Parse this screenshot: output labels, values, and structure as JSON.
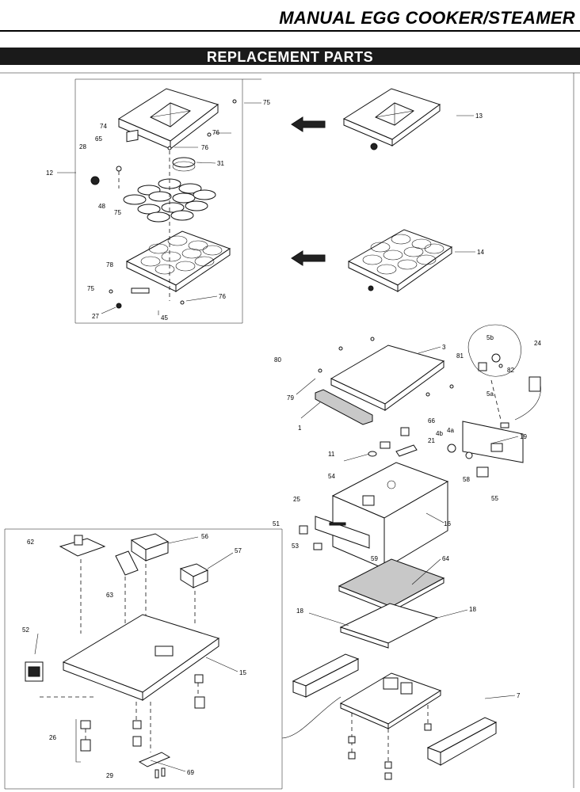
{
  "header": {
    "title": "MANUAL EGG COOKER/STEAMER",
    "section": "REPLACEMENT PARTS"
  },
  "callouts": {
    "c1": "1",
    "c3": "3",
    "c4a": "4a",
    "c4b": "4b",
    "c5a": "5a",
    "c5b": "5b",
    "c7": "7",
    "c11": "11",
    "c12": "12",
    "c13": "13",
    "c14": "14",
    "c15": "15",
    "c16": "16",
    "c18a": "18",
    "c18b": "18",
    "c19": "19",
    "c21": "21",
    "c24": "24",
    "c25": "25",
    "c26": "26",
    "c27": "27",
    "c28": "28",
    "c29": "29",
    "c31": "31",
    "c45": "45",
    "c48": "48",
    "c51": "51",
    "c52": "52",
    "c53": "53",
    "c54": "54",
    "c55": "55",
    "c56": "56",
    "c57": "57",
    "c58": "58",
    "c59": "59",
    "c62": "62",
    "c63": "63",
    "c64": "64",
    "c65": "65",
    "c66": "66",
    "c69": "69",
    "c74": "74",
    "c75a": "75",
    "c75b": "75",
    "c75c": "75",
    "c76a": "76",
    "c76b": "76",
    "c76c": "76",
    "c78": "78",
    "c79": "79",
    "c80": "80",
    "c81": "81",
    "c82": "82"
  }
}
